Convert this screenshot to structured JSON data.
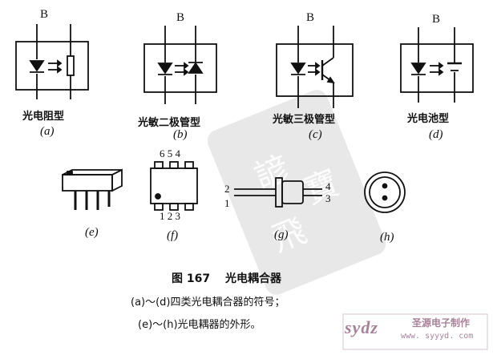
{
  "figure": {
    "symbols": [
      {
        "b_label": "B",
        "name": "光电阻型",
        "letter": "(a)"
      },
      {
        "b_label": "B",
        "name": "光敏二极管型",
        "letter": "(b)"
      },
      {
        "b_label": "B",
        "name": "光敏三极管型",
        "letter": "(c)"
      },
      {
        "b_label": "B",
        "name": "光电池型",
        "letter": "(d)"
      }
    ],
    "packages": [
      {
        "letter": "(e)"
      },
      {
        "letter": "(f)",
        "top_pins": "6 5 4",
        "bottom_pins": "1 2 3"
      },
      {
        "letter": "(g)",
        "left_pins": [
          "2",
          "1"
        ],
        "right_pins": [
          "4",
          "3"
        ]
      },
      {
        "letter": "(h)"
      }
    ]
  },
  "caption": {
    "title": "图 167　 光电耦合器",
    "line1": "(a)～(d)四类光电耦合器的符号；",
    "line2": "(e)～(h)光电耦器的外形。"
  },
  "watermark": {
    "logo": "sydz",
    "cn": "圣源电子制作",
    "url": "www. syyyd. com",
    "color": "#a7839a"
  }
}
